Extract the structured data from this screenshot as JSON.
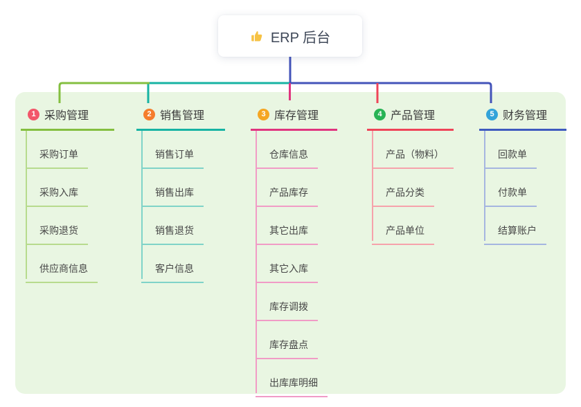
{
  "root": {
    "title": "ERP 后台",
    "icon": "thumbs-up-icon",
    "icon_color": "#f6c244",
    "connector_color": "#4353b9"
  },
  "panel": {
    "background": "#e9f6e2"
  },
  "branches": [
    {
      "index": "1",
      "label": "采购管理",
      "badge_color": "#f2566a",
      "line_color": "#84bf40",
      "sub_line_color": "#b7db8d",
      "items": [
        "采购订单",
        "采购入库",
        "采购退货",
        "供应商信息"
      ]
    },
    {
      "index": "2",
      "label": "销售管理",
      "badge_color": "#f57d2c",
      "line_color": "#17b3a3",
      "sub_line_color": "#7fd3c8",
      "items": [
        "销售订单",
        "销售出库",
        "销售退货",
        "客户信息"
      ]
    },
    {
      "index": "3",
      "label": "库存管理",
      "badge_color": "#f5a623",
      "line_color": "#e0357f",
      "sub_line_color": "#f19bc6",
      "items": [
        "仓库信息",
        "产品库存",
        "其它出库",
        "其它入库",
        "库存调拨",
        "库存盘点",
        "出库库明细"
      ]
    },
    {
      "index": "4",
      "label": "产品管理",
      "badge_color": "#28b355",
      "line_color": "#ef4458",
      "sub_line_color": "#f6a2ab",
      "items": [
        "产品（物料）",
        "产品分类",
        "产品单位"
      ]
    },
    {
      "index": "5",
      "label": "财务管理",
      "badge_color": "#33a3d9",
      "line_color": "#3f5abf",
      "sub_line_color": "#a5b5e0",
      "items": [
        "回款单",
        "付款单",
        "结算账户"
      ]
    }
  ]
}
